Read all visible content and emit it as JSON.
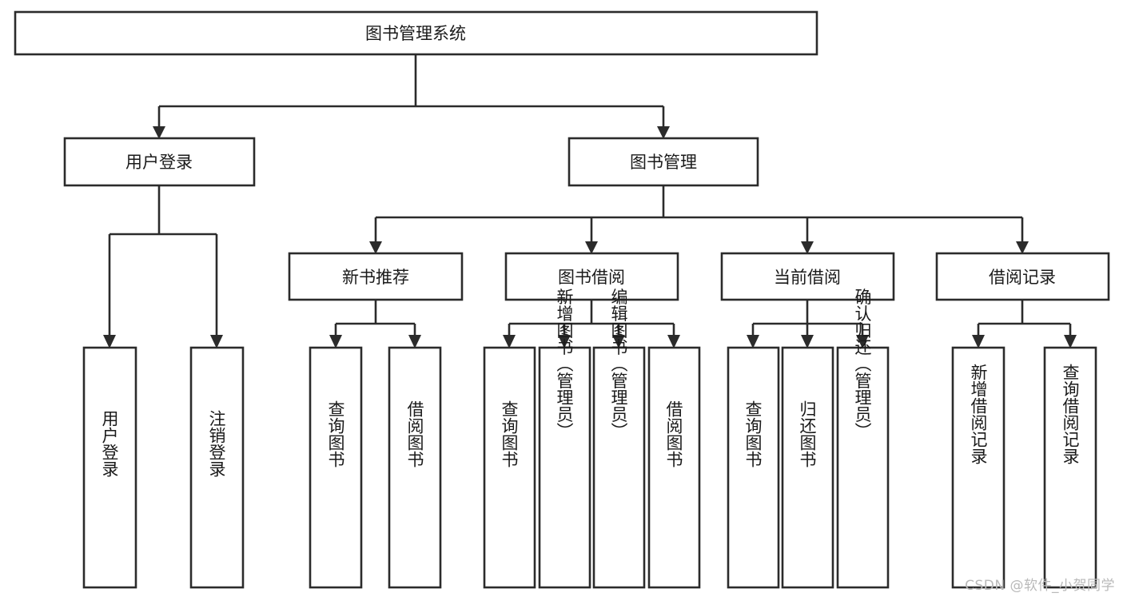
{
  "diagram": {
    "title": "图书管理系统",
    "type": "tree",
    "watermark": "CSDN @软件_小贺同学",
    "colors": {
      "box_stroke": "#2b2b2b",
      "box_fill": "#ffffff",
      "text": "#1a1a1a",
      "connector": "#2b2b2b",
      "watermark": "#b9b9b9",
      "background": "#ffffff"
    },
    "levels": {
      "root": {
        "label": "图书管理系统"
      },
      "level2": [
        {
          "label": "用户登录"
        },
        {
          "label": "图书管理"
        }
      ],
      "level3": [
        {
          "label": "新书推荐"
        },
        {
          "label": "图书借阅"
        },
        {
          "label": "当前借阅"
        },
        {
          "label": "借阅记录"
        }
      ]
    },
    "leaves": {
      "user_login": [
        {
          "label": "用户登录"
        },
        {
          "label": "注销登录"
        }
      ],
      "new_book_recommend": [
        {
          "label": "查询图书"
        },
        {
          "label": "借阅图书"
        }
      ],
      "book_borrow": [
        {
          "label": "查询图书"
        },
        {
          "label": "新增图书（管理员）"
        },
        {
          "label": "编辑图书（管理员）"
        },
        {
          "label": "借阅图书"
        }
      ],
      "current_borrow": [
        {
          "label": "查询图书"
        },
        {
          "label": "归还图书"
        },
        {
          "label": "确认归还（管理员）"
        }
      ],
      "borrow_record": [
        {
          "label": "新增借阅记录"
        },
        {
          "label": "查询借阅记录"
        }
      ]
    }
  }
}
